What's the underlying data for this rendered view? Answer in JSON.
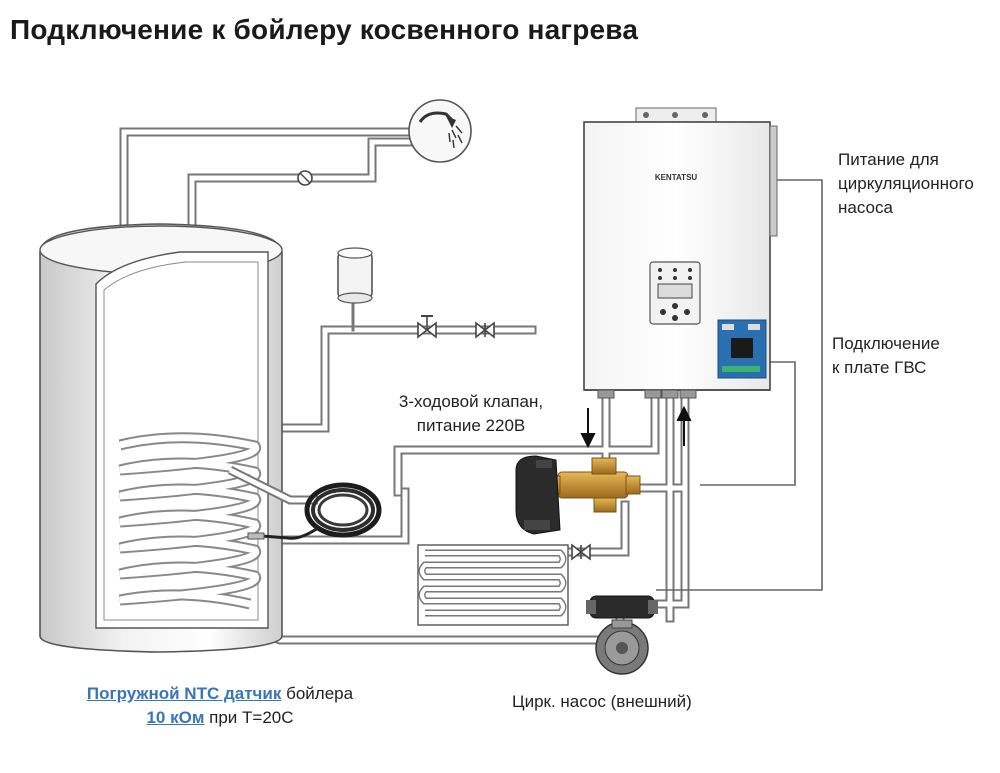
{
  "title": "Подключение к бойлеру косвенного нагрева",
  "boiler_brand": "KENTATSU",
  "labels": {
    "pump_power": [
      "Питание для",
      "циркуляционного",
      "насоса"
    ],
    "dhw_board": [
      "Подключение",
      "к плате ГВС"
    ],
    "valve": [
      "3-ходовой клапан,",
      "питание 220В"
    ],
    "pump": "Цирк. насос (внешний)"
  },
  "sensor": {
    "line1_link": "Погружной NTC датчик",
    "line1_rest": " бойлера",
    "line2_link": "10 кОм",
    "line2_rest": " при Т=20С"
  },
  "colors": {
    "sensor_link": "#3a75b8",
    "valve_brass": "#c8902e",
    "valve_actuator": "#2b2b2b",
    "control_board": "#2a6fb0",
    "pump_body": "#7a7a7a",
    "pump_motor": "#2b2b2b"
  },
  "icons": [
    "shower-icon",
    "expansion-tank-icon",
    "check-valve-icon",
    "ball-valve-icon",
    "three-way-valve-icon",
    "circulation-pump-icon",
    "ntc-sensor-icon"
  ]
}
